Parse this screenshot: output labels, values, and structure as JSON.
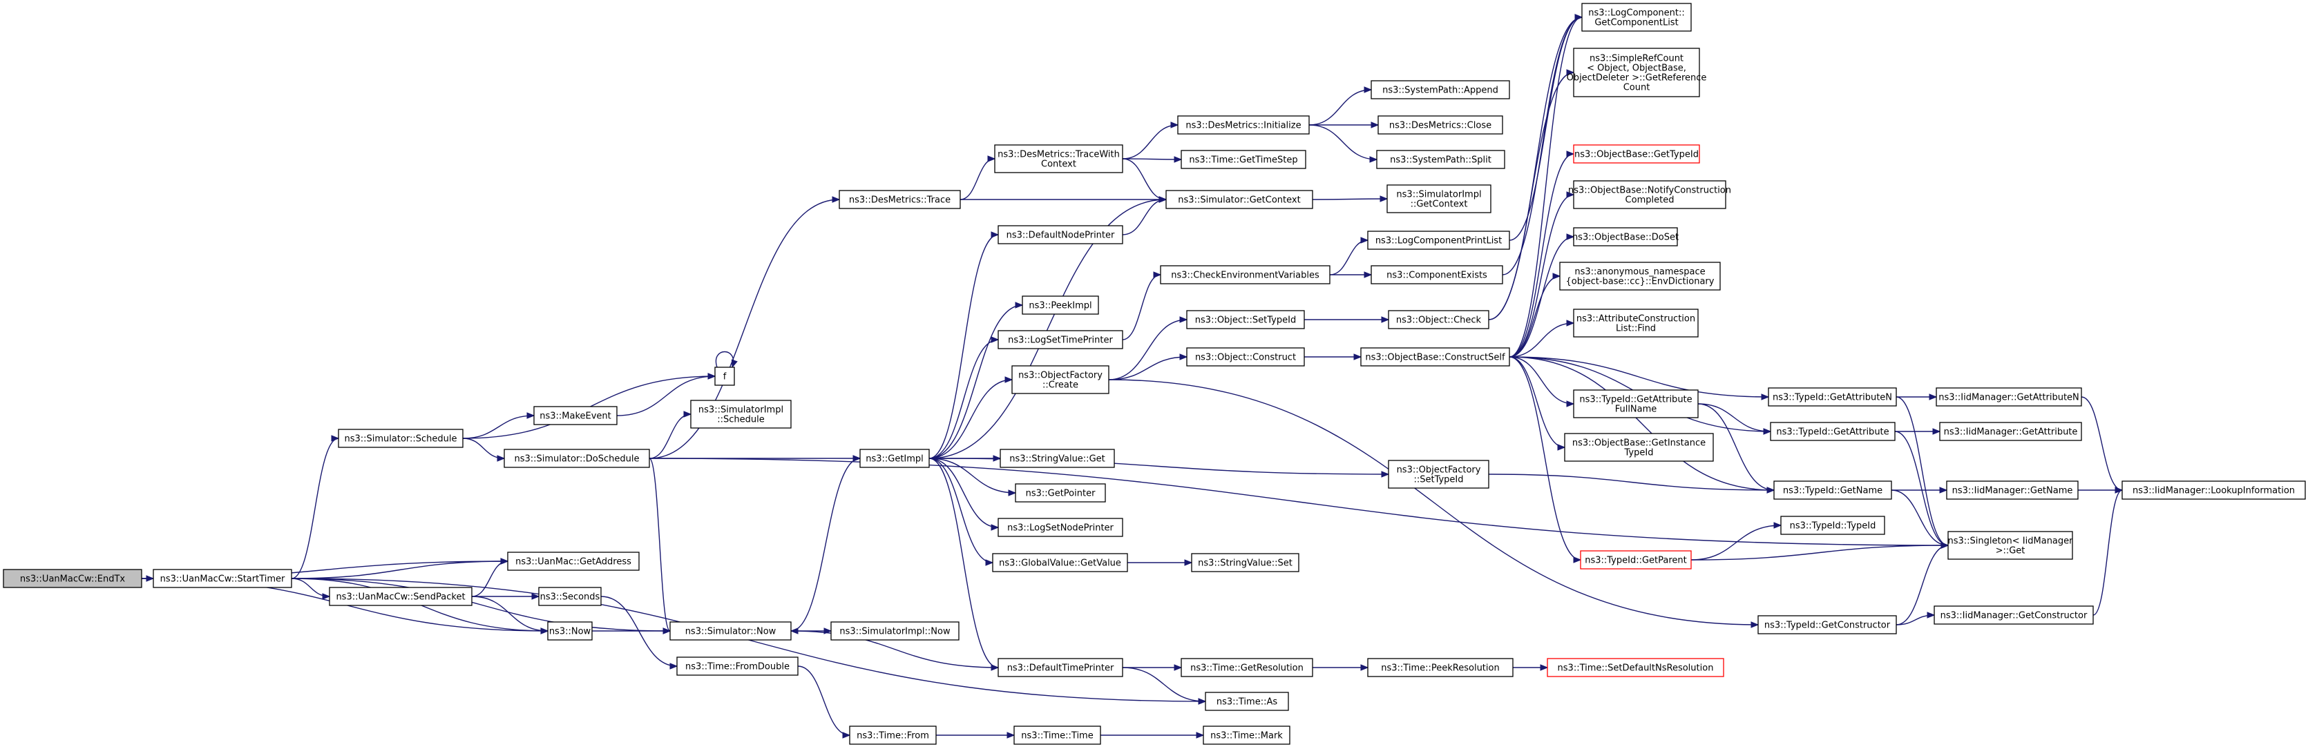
{
  "diagram": {
    "nodes": [
      {
        "id": "EndTx",
        "label": [
          "ns3::UanMacCw::EndTx"
        ],
        "root": true
      },
      {
        "id": "StartTimer",
        "label": [
          "ns3::UanMacCw::StartTimer"
        ]
      },
      {
        "id": "SendPacket",
        "label": [
          "ns3::UanMacCw::SendPacket"
        ]
      },
      {
        "id": "SimSchedule",
        "label": [
          "ns3::Simulator::Schedule"
        ]
      },
      {
        "id": "f",
        "label": [
          "f"
        ]
      },
      {
        "id": "MakeEvent",
        "label": [
          "ns3::MakeEvent"
        ]
      },
      {
        "id": "DoSchedule",
        "label": [
          "ns3::Simulator::DoSchedule"
        ]
      },
      {
        "id": "SimImplSchedule",
        "label": [
          "ns3::SimulatorImpl",
          "::Schedule"
        ]
      },
      {
        "id": "GetAddress",
        "label": [
          "ns3::UanMac::GetAddress"
        ]
      },
      {
        "id": "Seconds",
        "label": [
          "ns3::Seconds"
        ]
      },
      {
        "id": "Now",
        "label": [
          "ns3::Now"
        ]
      },
      {
        "id": "FromDouble",
        "label": [
          "ns3::Time::FromDouble"
        ]
      },
      {
        "id": "SimNow",
        "label": [
          "ns3::Simulator::Now"
        ]
      },
      {
        "id": "SimImplNow",
        "label": [
          "ns3::SimulatorImpl::Now"
        ]
      },
      {
        "id": "TimeFrom",
        "label": [
          "ns3::Time::From"
        ]
      },
      {
        "id": "TimeTime",
        "label": [
          "ns3::Time::Time"
        ]
      },
      {
        "id": "TimeMark",
        "label": [
          "ns3::Time::Mark"
        ]
      },
      {
        "id": "DesTrace",
        "label": [
          "ns3::DesMetrics::Trace"
        ]
      },
      {
        "id": "GetImpl",
        "label": [
          "ns3::GetImpl"
        ]
      },
      {
        "id": "DesTraceCtx",
        "label": [
          "ns3::DesMetrics::TraceWith",
          "Context"
        ]
      },
      {
        "id": "DefNodePrinter",
        "label": [
          "ns3::DefaultNodePrinter"
        ]
      },
      {
        "id": "PeekImpl",
        "label": [
          "ns3::PeekImpl"
        ]
      },
      {
        "id": "LogSetTimePrinter",
        "label": [
          "ns3::LogSetTimePrinter"
        ]
      },
      {
        "id": "ObjFactCreate",
        "label": [
          "ns3::ObjectFactory",
          "::Create"
        ]
      },
      {
        "id": "StringValueGet",
        "label": [
          "ns3::StringValue::Get"
        ]
      },
      {
        "id": "GetPointer",
        "label": [
          "ns3::GetPointer"
        ]
      },
      {
        "id": "LogSetNodePrinter",
        "label": [
          "ns3::LogSetNodePrinter"
        ]
      },
      {
        "id": "GVGetValue",
        "label": [
          "ns3::GlobalValue::GetValue"
        ]
      },
      {
        "id": "DefTimePrinter",
        "label": [
          "ns3::DefaultTimePrinter"
        ]
      },
      {
        "id": "DesInit",
        "label": [
          "ns3::DesMetrics::Initialize"
        ]
      },
      {
        "id": "TimeGetTimeStep",
        "label": [
          "ns3::Time::GetTimeStep"
        ]
      },
      {
        "id": "SimGetContext",
        "label": [
          "ns3::Simulator::GetContext"
        ]
      },
      {
        "id": "CheckEnv",
        "label": [
          "ns3::CheckEnvironmentVariables"
        ]
      },
      {
        "id": "ObjSetTypeId",
        "label": [
          "ns3::Object::SetTypeId"
        ]
      },
      {
        "id": "ObjConstruct",
        "label": [
          "ns3::Object::Construct"
        ]
      },
      {
        "id": "StringValueSet",
        "label": [
          "ns3::StringValue::Set"
        ]
      },
      {
        "id": "TimeGetRes",
        "label": [
          "ns3::Time::GetResolution"
        ]
      },
      {
        "id": "TimeAs",
        "label": [
          "ns3::Time::As"
        ]
      },
      {
        "id": "SysPathAppend",
        "label": [
          "ns3::SystemPath::Append"
        ]
      },
      {
        "id": "DesClose",
        "label": [
          "ns3::DesMetrics::Close"
        ]
      },
      {
        "id": "SysPathSplit",
        "label": [
          "ns3::SystemPath::Split"
        ]
      },
      {
        "id": "SimImplGetCtx",
        "label": [
          "ns3::SimulatorImpl",
          "::GetContext"
        ]
      },
      {
        "id": "LogCompPrintList",
        "label": [
          "ns3::LogComponentPrintList"
        ]
      },
      {
        "id": "CompExists",
        "label": [
          "ns3::ComponentExists"
        ]
      },
      {
        "id": "ObjCheck",
        "label": [
          "ns3::Object::Check"
        ]
      },
      {
        "id": "ObjBaseCS",
        "label": [
          "ns3::ObjectBase::ConstructSelf"
        ]
      },
      {
        "id": "ObjFactSetTypeId",
        "label": [
          "ns3::ObjectFactory",
          "::SetTypeId"
        ]
      },
      {
        "id": "TimePeekRes",
        "label": [
          "ns3::Time::PeekResolution"
        ]
      },
      {
        "id": "LogCompGetList",
        "label": [
          "ns3::LogComponent::",
          "GetComponentList"
        ]
      },
      {
        "id": "SimpleRefCount",
        "label": [
          "ns3::SimpleRefCount",
          "< Object, ObjectBase,",
          "ObjectDeleter >::GetReference",
          "Count"
        ]
      },
      {
        "id": "ObjBaseGetTypeId",
        "label": [
          "ns3::ObjectBase::GetTypeId"
        ],
        "missing": true
      },
      {
        "id": "ObjBaseNotify",
        "label": [
          "ns3::ObjectBase::NotifyConstruction",
          "Completed"
        ]
      },
      {
        "id": "ObjBaseDoSet",
        "label": [
          "ns3::ObjectBase::DoSet"
        ]
      },
      {
        "id": "EnvDict",
        "label": [
          "ns3::anonymous_namespace",
          "{object-base::cc}::EnvDictionary"
        ]
      },
      {
        "id": "AttrConstrFind",
        "label": [
          "ns3::AttributeConstruction",
          "List::Find"
        ]
      },
      {
        "id": "TidGetAttrFull",
        "label": [
          "ns3::TypeId::GetAttribute",
          "FullName"
        ]
      },
      {
        "id": "ObjBaseGetInst",
        "label": [
          "ns3::ObjectBase::GetInstance",
          "TypeId"
        ]
      },
      {
        "id": "TidGetParent",
        "label": [
          "ns3::TypeId::GetParent"
        ],
        "missing": true
      },
      {
        "id": "TidGetCtor",
        "label": [
          "ns3::TypeId::GetConstructor"
        ]
      },
      {
        "id": "TimeSetDefNs",
        "label": [
          "ns3::Time::SetDefaultNsResolution"
        ],
        "missing": true
      },
      {
        "id": "TidGetAttrN",
        "label": [
          "ns3::TypeId::GetAttributeN"
        ]
      },
      {
        "id": "TidGetAttr",
        "label": [
          "ns3::TypeId::GetAttribute"
        ]
      },
      {
        "id": "TidGetName",
        "label": [
          "ns3::TypeId::GetName"
        ]
      },
      {
        "id": "TidTypeId",
        "label": [
          "ns3::TypeId::TypeId"
        ]
      },
      {
        "id": "SingletonGet",
        "label": [
          "ns3::Singleton< IidManager",
          ">::Get"
        ]
      },
      {
        "id": "IidGetAttrN",
        "label": [
          "ns3::IidManager::GetAttributeN"
        ]
      },
      {
        "id": "IidGetAttr",
        "label": [
          "ns3::IidManager::GetAttribute"
        ]
      },
      {
        "id": "IidGetName",
        "label": [
          "ns3::IidManager::GetName"
        ]
      },
      {
        "id": "IidGetCtor",
        "label": [
          "ns3::IidManager::GetConstructor"
        ]
      },
      {
        "id": "IidLookup",
        "label": [
          "ns3::IidManager::LookupInformation"
        ]
      }
    ],
    "edges": [
      [
        "EndTx",
        "StartTimer"
      ],
      [
        "EndTx",
        "GetAddress"
      ],
      [
        "EndTx",
        "Now"
      ],
      [
        "StartTimer",
        "SimSchedule"
      ],
      [
        "StartTimer",
        "GetAddress"
      ],
      [
        "StartTimer",
        "SendPacket"
      ],
      [
        "StartTimer",
        "Now"
      ],
      [
        "StartTimer",
        "SimNow"
      ],
      [
        "StartTimer",
        "TimeAs"
      ],
      [
        "SendPacket",
        "GetAddress"
      ],
      [
        "SendPacket",
        "Seconds"
      ],
      [
        "SendPacket",
        "Now"
      ],
      [
        "SimSchedule",
        "f"
      ],
      [
        "SimSchedule",
        "MakeEvent"
      ],
      [
        "SimSchedule",
        "DoSchedule"
      ],
      [
        "f",
        "f"
      ],
      [
        "MakeEvent",
        "f"
      ],
      [
        "DoSchedule",
        "DesTrace"
      ],
      [
        "DoSchedule",
        "GetImpl"
      ],
      [
        "DoSchedule",
        "SimImplSchedule"
      ],
      [
        "DoSchedule",
        "SimNow"
      ],
      [
        "DoSchedule",
        "SingletonGet"
      ],
      [
        "Seconds",
        "FromDouble"
      ],
      [
        "Now",
        "SimNow"
      ],
      [
        "FromDouble",
        "TimeFrom"
      ],
      [
        "TimeFrom",
        "TimeTime"
      ],
      [
        "TimeTime",
        "TimeMark"
      ],
      [
        "SimNow",
        "GetImpl"
      ],
      [
        "SimNow",
        "SimImplNow"
      ],
      [
        "DesTrace",
        "DesTraceCtx"
      ],
      [
        "DesTrace",
        "SimGetContext"
      ],
      [
        "DesTraceCtx",
        "DesInit"
      ],
      [
        "DesTraceCtx",
        "TimeGetTimeStep"
      ],
      [
        "DesTraceCtx",
        "SimGetContext"
      ],
      [
        "GetImpl",
        "SimGetContext"
      ],
      [
        "GetImpl",
        "DefNodePrinter"
      ],
      [
        "GetImpl",
        "PeekImpl"
      ],
      [
        "GetImpl",
        "LogSetTimePrinter"
      ],
      [
        "GetImpl",
        "ObjFactCreate"
      ],
      [
        "GetImpl",
        "StringValueGet"
      ],
      [
        "GetImpl",
        "GetPointer"
      ],
      [
        "GetImpl",
        "LogSetNodePrinter"
      ],
      [
        "GetImpl",
        "GVGetValue"
      ],
      [
        "GetImpl",
        "DefTimePrinter"
      ],
      [
        "GetImpl",
        "ObjFactSetTypeId"
      ],
      [
        "DefNodePrinter",
        "SimGetContext"
      ],
      [
        "LogSetTimePrinter",
        "CheckEnv"
      ],
      [
        "ObjFactCreate",
        "ObjSetTypeId"
      ],
      [
        "ObjFactCreate",
        "ObjConstruct"
      ],
      [
        "ObjFactCreate",
        "TidGetCtor"
      ],
      [
        "GVGetValue",
        "StringValueSet"
      ],
      [
        "DefTimePrinter",
        "SimNow"
      ],
      [
        "DefTimePrinter",
        "TimeGetRes"
      ],
      [
        "DefTimePrinter",
        "TimeAs"
      ],
      [
        "DesInit",
        "SysPathAppend"
      ],
      [
        "DesInit",
        "DesClose"
      ],
      [
        "DesInit",
        "SysPathSplit"
      ],
      [
        "SimGetContext",
        "SimImplGetCtx"
      ],
      [
        "CheckEnv",
        "LogCompPrintList"
      ],
      [
        "CheckEnv",
        "CompExists"
      ],
      [
        "ObjSetTypeId",
        "ObjCheck"
      ],
      [
        "ObjConstruct",
        "ObjBaseCS"
      ],
      [
        "TimeGetRes",
        "TimePeekRes"
      ],
      [
        "TimePeekRes",
        "TimeSetDefNs"
      ],
      [
        "LogCompPrintList",
        "LogCompGetList"
      ],
      [
        "CompExists",
        "LogCompGetList"
      ],
      [
        "ObjCheck",
        "LogCompGetList"
      ],
      [
        "ObjCheck",
        "SimpleRefCount"
      ],
      [
        "ObjBaseCS",
        "LogCompGetList"
      ],
      [
        "ObjBaseCS",
        "ObjBaseGetTypeId"
      ],
      [
        "ObjBaseCS",
        "ObjBaseNotify"
      ],
      [
        "ObjBaseCS",
        "ObjBaseDoSet"
      ],
      [
        "ObjBaseCS",
        "EnvDict"
      ],
      [
        "ObjBaseCS",
        "AttrConstrFind"
      ],
      [
        "ObjBaseCS",
        "TidGetAttrFull"
      ],
      [
        "ObjBaseCS",
        "ObjBaseGetInst"
      ],
      [
        "ObjBaseCS",
        "TidGetParent"
      ],
      [
        "ObjBaseCS",
        "TidGetName"
      ],
      [
        "ObjBaseCS",
        "TidGetAttrN"
      ],
      [
        "ObjBaseCS",
        "TidGetAttr"
      ],
      [
        "ObjFactSetTypeId",
        "TidGetName"
      ],
      [
        "TidGetAttrFull",
        "TidGetAttr"
      ],
      [
        "TidGetAttrFull",
        "TidGetName"
      ],
      [
        "TidGetParent",
        "TidTypeId"
      ],
      [
        "TidGetParent",
        "SingletonGet"
      ],
      [
        "TidGetCtor",
        "SingletonGet"
      ],
      [
        "TidGetCtor",
        "IidGetCtor"
      ],
      [
        "TidGetAttrN",
        "IidGetAttrN"
      ],
      [
        "TidGetAttrN",
        "SingletonGet"
      ],
      [
        "TidGetAttr",
        "IidGetAttr"
      ],
      [
        "TidGetAttr",
        "SingletonGet"
      ],
      [
        "TidGetName",
        "IidGetName"
      ],
      [
        "TidGetName",
        "SingletonGet"
      ],
      [
        "IidGetAttrN",
        "IidLookup"
      ],
      [
        "IidGetName",
        "IidLookup"
      ],
      [
        "IidGetCtor",
        "IidLookup"
      ]
    ]
  },
  "colors": {
    "edge": "#191970",
    "node_border": "#000000",
    "missing_border": "#ff0000",
    "root_fill": "#bfbfbf"
  }
}
